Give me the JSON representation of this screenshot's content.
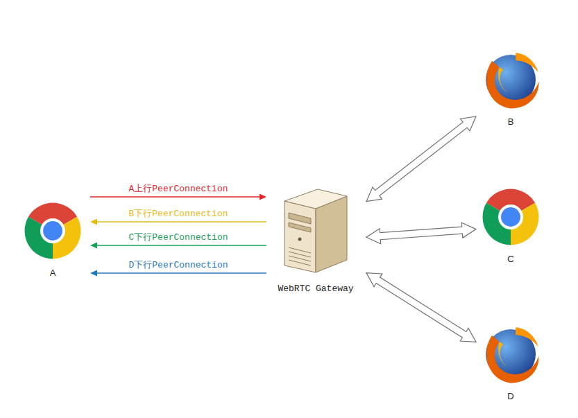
{
  "diagram": {
    "nodes": [
      {
        "text": [
          "A"
        ]
      },
      {
        "text": [
          "WebRTC Gateway"
        ]
      },
      {
        "text": [
          "B"
        ]
      },
      {
        "text": [
          "C"
        ]
      },
      {
        "text": [
          "D"
        ]
      }
    ],
    "edges": [
      {
        "from": 0,
        "to": 1,
        "arrow": "to",
        "label": "A上行PeerConnection"
      },
      {
        "from": 1,
        "to": 0,
        "arrow": "to",
        "label": "B下行PeerConnection"
      },
      {
        "from": 1,
        "to": 0,
        "arrow": "to",
        "label": "C下行PeerConnection"
      },
      {
        "from": 1,
        "to": 0,
        "arrow": "to",
        "label": "D下行PeerConnection"
      },
      {
        "from": 1,
        "to": 2,
        "arrow": "both"
      },
      {
        "from": 1,
        "to": 3,
        "arrow": "both"
      },
      {
        "from": 1,
        "to": 4,
        "arrow": "both"
      }
    ]
  }
}
